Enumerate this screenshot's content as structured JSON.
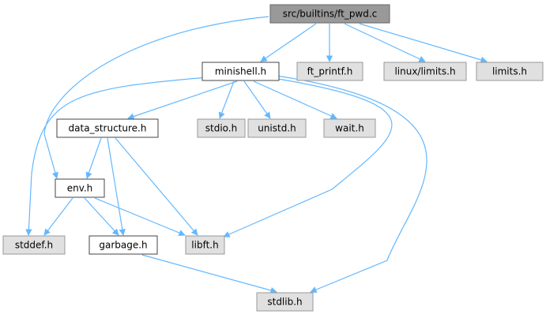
{
  "colors": {
    "root_fill": "#999999",
    "root_stroke": "#666666",
    "local_fill": "#ffffff",
    "local_stroke": "#444444",
    "system_fill": "#e0e0e0",
    "system_stroke": "#999999",
    "edge": "#63b8ff",
    "text": "#000000"
  },
  "nodes": [
    {
      "id": "ft_pwd_c",
      "label": "src/builtins/ft_pwd.c",
      "kind": "root"
    },
    {
      "id": "minishell_h",
      "label": "minishell.h",
      "kind": "local"
    },
    {
      "id": "ft_printf_h",
      "label": "ft_printf.h",
      "kind": "system"
    },
    {
      "id": "linux_limits_h",
      "label": "linux/limits.h",
      "kind": "system"
    },
    {
      "id": "limits_h",
      "label": "limits.h",
      "kind": "system"
    },
    {
      "id": "data_structure_h",
      "label": "data_structure.h",
      "kind": "local"
    },
    {
      "id": "stdio_h",
      "label": "stdio.h",
      "kind": "system"
    },
    {
      "id": "unistd_h",
      "label": "unistd.h",
      "kind": "system"
    },
    {
      "id": "wait_h",
      "label": "wait.h",
      "kind": "system"
    },
    {
      "id": "env_h",
      "label": "env.h",
      "kind": "local"
    },
    {
      "id": "stddef_h",
      "label": "stddef.h",
      "kind": "system"
    },
    {
      "id": "garbage_h",
      "label": "garbage.h",
      "kind": "local"
    },
    {
      "id": "libft_h",
      "label": "libft.h",
      "kind": "system"
    },
    {
      "id": "stdlib_h",
      "label": "stdlib.h",
      "kind": "system"
    }
  ],
  "edges": [
    {
      "from": "ft_pwd_c",
      "to": "minishell_h"
    },
    {
      "from": "ft_pwd_c",
      "to": "ft_printf_h"
    },
    {
      "from": "ft_pwd_c",
      "to": "linux_limits_h"
    },
    {
      "from": "ft_pwd_c",
      "to": "limits_h"
    },
    {
      "from": "ft_pwd_c",
      "to": "env_h"
    },
    {
      "from": "minishell_h",
      "to": "data_structure_h"
    },
    {
      "from": "minishell_h",
      "to": "stdio_h"
    },
    {
      "from": "minishell_h",
      "to": "unistd_h"
    },
    {
      "from": "minishell_h",
      "to": "wait_h"
    },
    {
      "from": "minishell_h",
      "to": "stddef_h"
    },
    {
      "from": "minishell_h",
      "to": "libft_h"
    },
    {
      "from": "minishell_h",
      "to": "stdlib_h"
    },
    {
      "from": "data_structure_h",
      "to": "env_h"
    },
    {
      "from": "data_structure_h",
      "to": "garbage_h"
    },
    {
      "from": "data_structure_h",
      "to": "libft_h"
    },
    {
      "from": "env_h",
      "to": "stddef_h"
    },
    {
      "from": "env_h",
      "to": "garbage_h"
    },
    {
      "from": "env_h",
      "to": "libft_h"
    },
    {
      "from": "garbage_h",
      "to": "stdlib_h"
    }
  ]
}
